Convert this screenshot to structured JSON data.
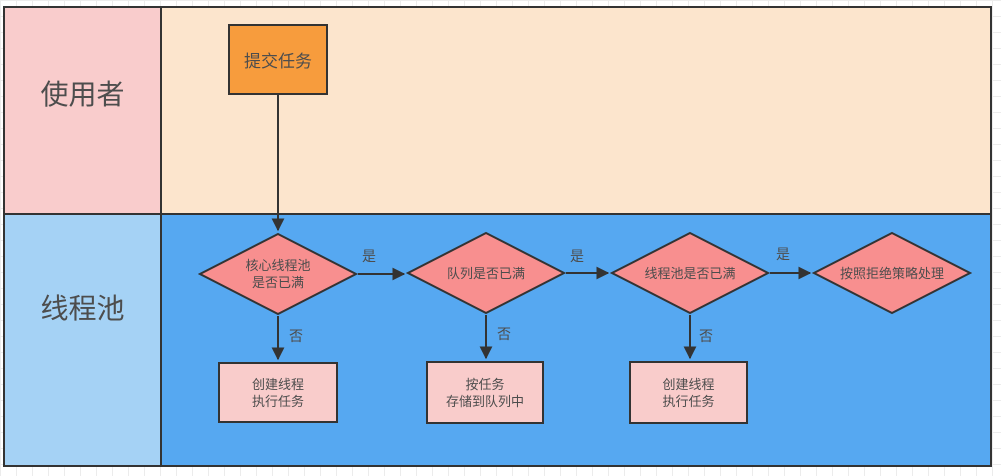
{
  "colors": {
    "canvas-bg": "#ffffff",
    "grid-line": "#ececec",
    "border": "#333333",
    "text": "#4d4d4d",
    "lane-user-label-bg": "#f9cccc",
    "lane-user-body-bg": "#fce5cd",
    "lane-pool-label-bg": "#a5d2f5",
    "lane-pool-body-bg": "#56a8f1",
    "process-start-bg": "#f79c3d",
    "decision-bg": "#f88f8f",
    "action-bg": "#f9cccb"
  },
  "lanes": [
    {
      "label": "使用者"
    },
    {
      "label": "线程池"
    }
  ],
  "nodes": {
    "submit": {
      "line1": "提交任务"
    },
    "core_pool_full": {
      "line1": "核心线程池",
      "line2": "是否已满"
    },
    "queue_full": {
      "line1": "队列是否已满"
    },
    "pool_full": {
      "line1": "线程池是否已满"
    },
    "reject_policy": {
      "line1": "按照拒绝策略处理"
    },
    "create_thread_1": {
      "line1": "创建线程",
      "line2": "执行任务"
    },
    "store_to_queue": {
      "line1": "按任务",
      "line2": "存储到队列中"
    },
    "create_thread_2": {
      "line1": "创建线程",
      "line2": "执行任务"
    }
  },
  "edge_labels": {
    "yes1": "是",
    "yes2": "是",
    "yes3": "是",
    "no1": "否",
    "no2": "否",
    "no3": "否"
  }
}
